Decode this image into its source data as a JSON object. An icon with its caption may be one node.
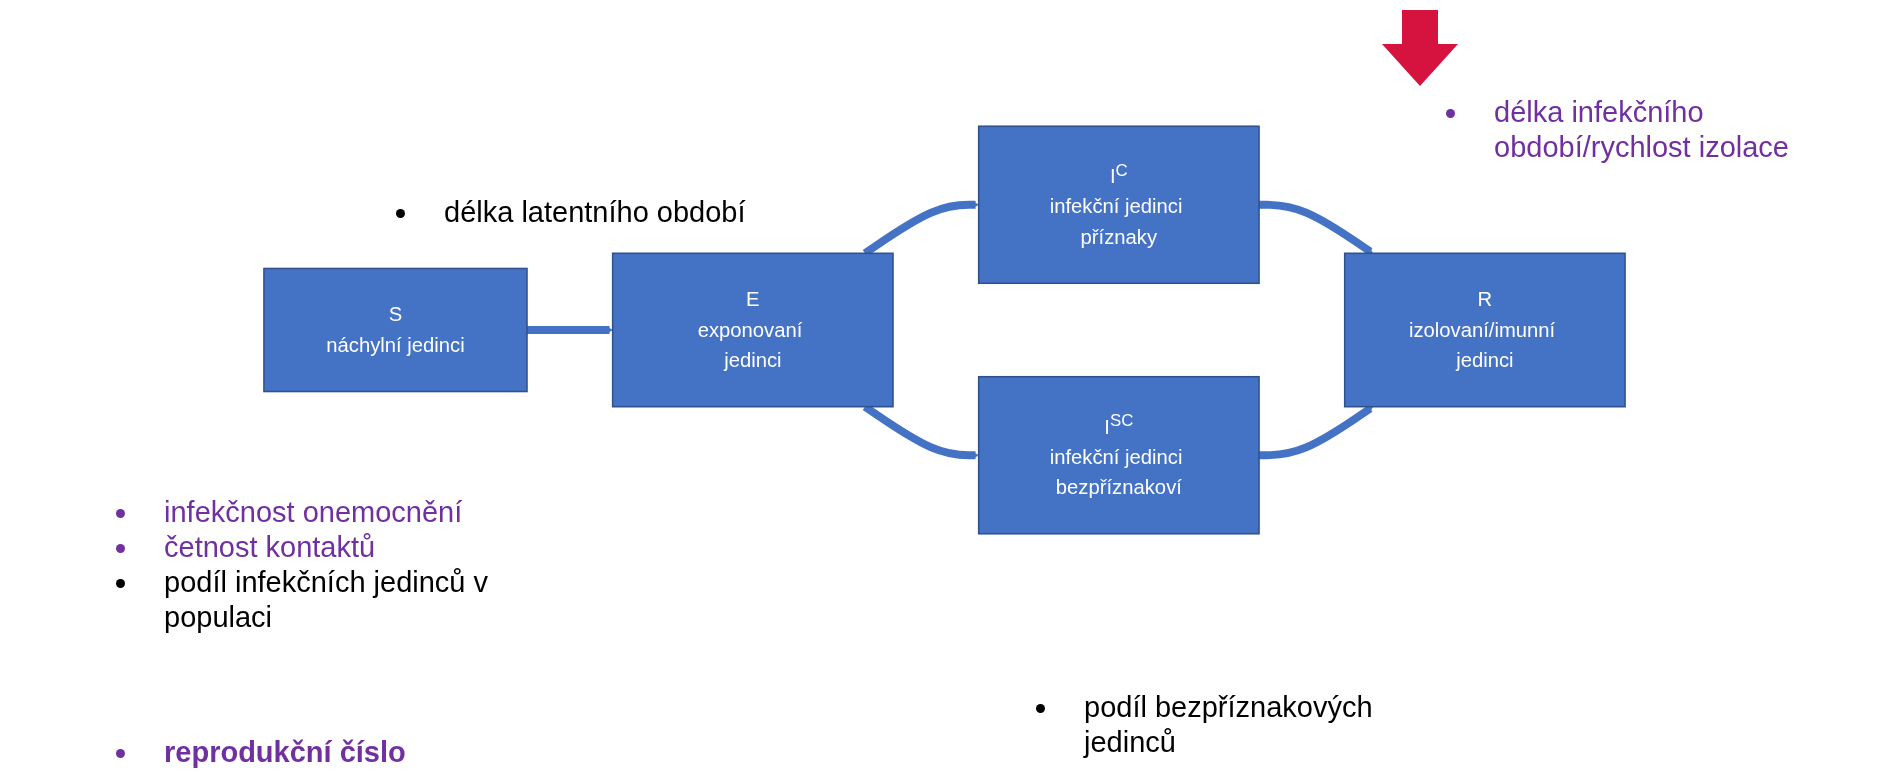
{
  "diagram": {
    "nodes": [
      {
        "text": [
          "S",
          "náchylní jedinci"
        ]
      },
      {
        "text": [
          "E",
          "exponovaní jedinci"
        ]
      },
      {
        "text": [
          "I$^{C}$",
          "infekční jedinci příznaky"
        ]
      },
      {
        "text": [
          "I$^{SC}$",
          "infekční jedinci bezpříznakoví"
        ]
      },
      {
        "text": [
          "R",
          "izolovaní/imunní jedinci"
        ]
      }
    ],
    "edges": [
      {
        "from": 0,
        "to": 1,
        "arrow": "to"
      },
      {
        "from": 1,
        "to": 2,
        "arrow": "to"
      },
      {
        "from": 1,
        "to": 3,
        "arrow": "to"
      },
      {
        "from": 2,
        "to": 4,
        "arrow": "to"
      },
      {
        "from": 3,
        "to": 4,
        "arrow": "to"
      }
    ],
    "labels": [
      "délka infekčního období/rychlost izolace",
      "délka latentního období",
      "infekčnost onemocnění",
      "četnost kontaktů",
      "podíl infekčních jedinců v populaci",
      "podíl bezpříznakových jedinců",
      "reprodukční číslo"
    ]
  }
}
